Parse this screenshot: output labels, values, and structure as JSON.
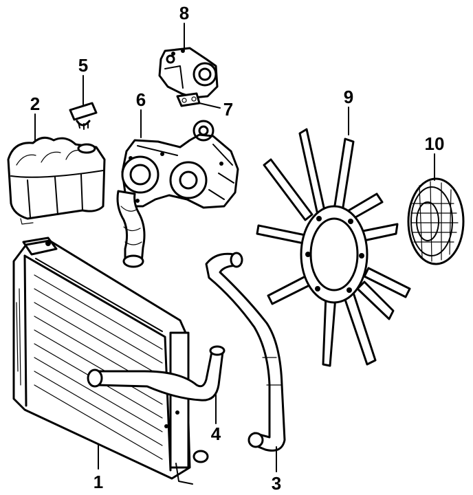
{
  "callouts": {
    "radiator": "1",
    "reservoir": "2",
    "lower_hose": "3",
    "upper_hose": "4",
    "cap": "5",
    "water_pump": "6",
    "gasket": "7",
    "thermostat_housing": "8",
    "fan_blade": "9",
    "fan_clutch": "10"
  }
}
